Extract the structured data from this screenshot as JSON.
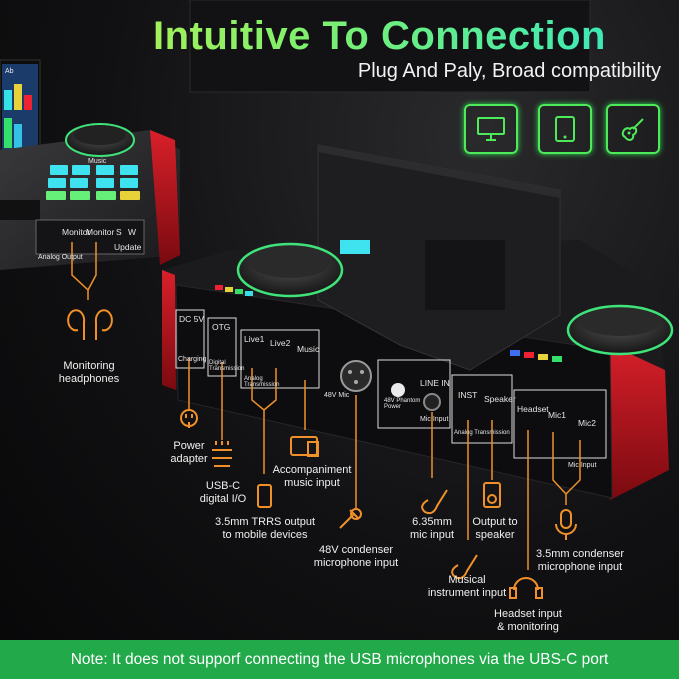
{
  "header": {
    "title": "Intuitive To Connection",
    "subtitle": "Plug And Paly, Broad compatibility"
  },
  "icons": [
    "monitor-icon",
    "tablet-icon",
    "guitar-icon"
  ],
  "left_device": {
    "screen_text": "Ab",
    "knob_label": "Music",
    "ports": [
      "Monitor",
      "Monitor",
      "S",
      "W",
      "Update"
    ],
    "bottom_label": "Analog Output"
  },
  "main_device": {
    "ports": {
      "dc": "DC 5V",
      "dc_sub": "Charging",
      "otg": "OTG",
      "otg_sub": "Digital Transmission",
      "live1": "Live1",
      "live2": "Live2",
      "live_sub": "Analog Transmission",
      "music": "Music",
      "mic48": "48V Mic",
      "phantom": "48V Phantom Power",
      "line_in": "LINE IN",
      "mic_input": "Mic Input",
      "inst": "INST",
      "speaker": "Speaker",
      "analog_trans": "Analog Transmission",
      "headset": "Headset",
      "mic1": "Mic1",
      "mic2": "Mic2",
      "mic_input2": "Mic Input"
    }
  },
  "callouts": {
    "monitoring": "Monitoring headphones",
    "power": "Power adapter",
    "usbc": "USB-C digital I/O",
    "trrs": "3.5mm TRRS output to mobile devices",
    "accompaniment": "Accompaniment music input",
    "condenser48": "48V condenser microphone input",
    "mic635": "6.35mm mic input",
    "speaker_out": "Output to speaker",
    "instrument": "Musical instrument input",
    "condenser35": "3.5mm condenser microphone input",
    "headset": "Headset input & monitoring"
  },
  "note": "Note: It does not supporf connecting the USB microphones via the UBS-C port",
  "colors": {
    "accent_green": "#4dea5a",
    "callout_orange": "#f0902a",
    "device_red": "#c8141e",
    "note_bar": "#21a94a"
  }
}
